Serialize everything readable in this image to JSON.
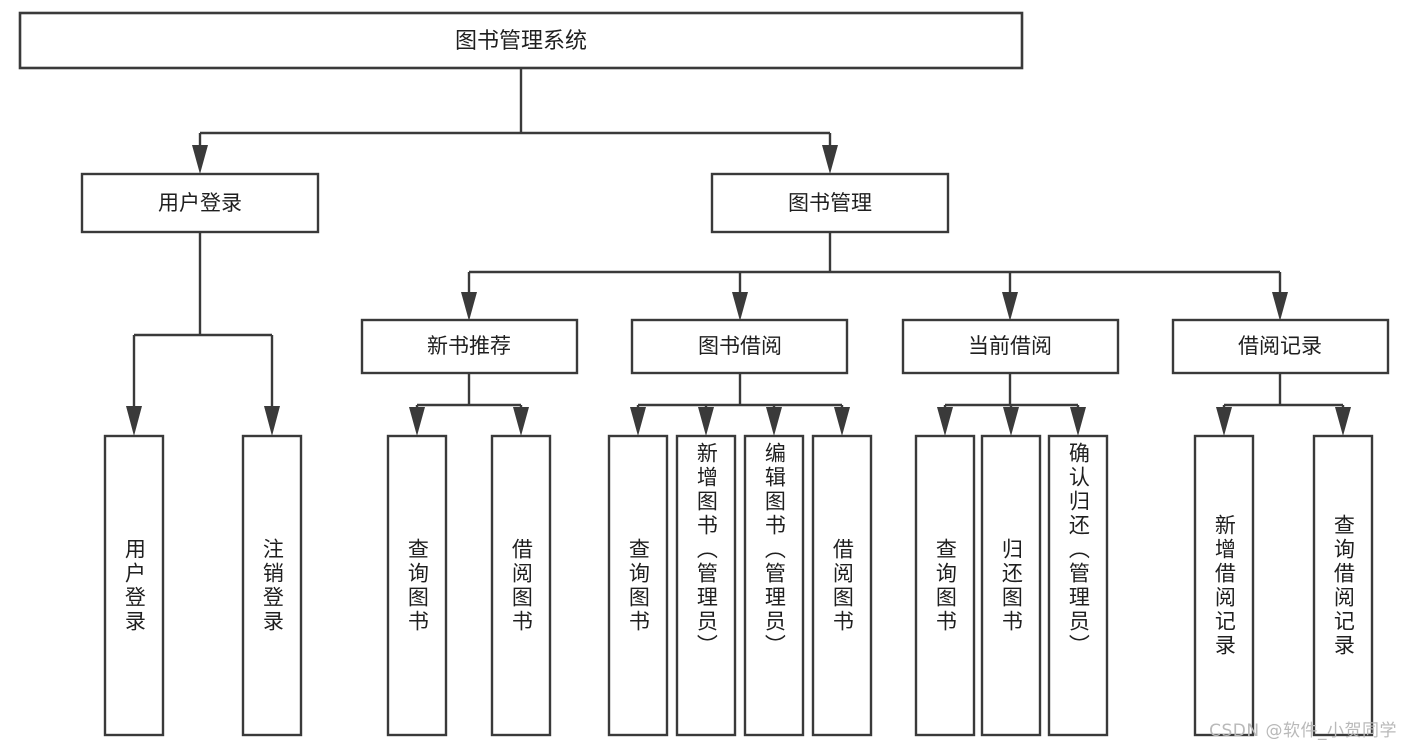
{
  "diagram": {
    "type": "tree-hierarchy",
    "title": "图书管理系统",
    "watermark": "CSDN @软件_小贺同学",
    "colors": {
      "stroke": "#3a3a3a",
      "fill": "#ffffff",
      "text": "#1f1f1f",
      "watermark": "#b9b9b9",
      "background": "#ffffff"
    },
    "root": {
      "label": "图书管理系统"
    },
    "level1": [
      {
        "label": "用户登录"
      },
      {
        "label": "图书管理"
      }
    ],
    "level2": [
      {
        "label": "新书推荐"
      },
      {
        "label": "图书借阅"
      },
      {
        "label": "当前借阅"
      },
      {
        "label": "借阅记录"
      }
    ],
    "leaves": {
      "user_login": [
        {
          "label": "用户登录"
        },
        {
          "label": "注销登录"
        }
      ],
      "new_book_recommend": [
        {
          "label": "查询图书"
        },
        {
          "label": "借阅图书"
        }
      ],
      "book_borrow": [
        {
          "label": "查询图书"
        },
        {
          "label": "新增图书（管理员）"
        },
        {
          "label": "编辑图书（管理员）"
        },
        {
          "label": "借阅图书"
        }
      ],
      "current_borrow": [
        {
          "label": "查询图书"
        },
        {
          "label": "归还图书"
        },
        {
          "label": "确认归还（管理员）"
        }
      ],
      "borrow_record": [
        {
          "label": "新增借阅记录"
        },
        {
          "label": "查询借阅记录"
        }
      ]
    }
  }
}
